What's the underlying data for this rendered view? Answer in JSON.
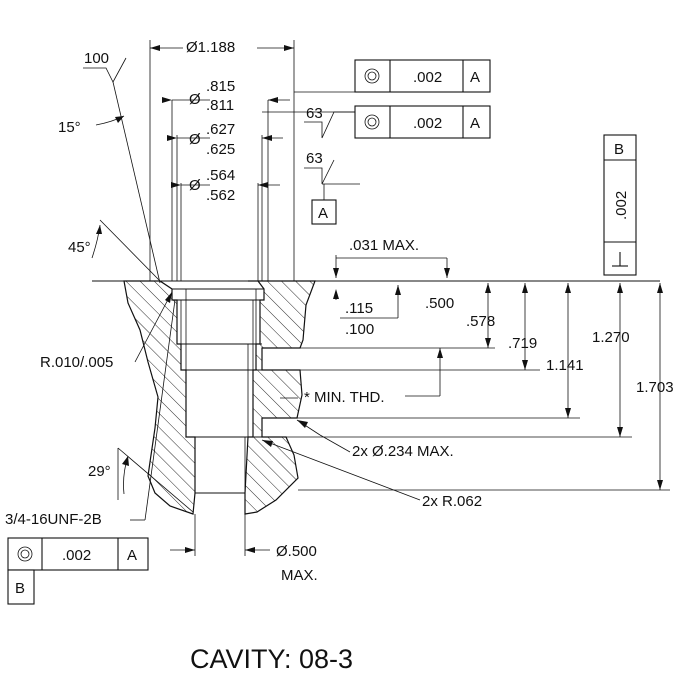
{
  "title": "CAVITY: 08-3",
  "dims": {
    "d1188": "Ø1.188",
    "d815": ".815",
    "d811": ".811",
    "d627": ".627",
    "d625": ".625",
    "d564": ".564",
    "d562": ".562",
    "dia": "Ø",
    "dia_b": "Ø",
    "dia_c": "Ø",
    "max031": ".031 MAX.",
    "d115": ".115",
    "d100": ".100",
    "d500": ".500",
    "d578": ".578",
    "d719": ".719",
    "d1270": "1.270",
    "d1141": "1.141",
    "d1703": "1.703",
    "min_thd": "* MIN. THD.",
    "hole234": "2x Ø.234 MAX.",
    "rad062": "2x R.062",
    "radius": "R.010/.005",
    "thread": "3/4-16UNF-2B",
    "bot500": "Ø.500",
    "bot_max": "MAX."
  },
  "angles": {
    "a15": "15°",
    "a45": "45°",
    "a29": "29°"
  },
  "finish": {
    "f100": "100",
    "f63a": "63",
    "f63b": "63"
  },
  "fcf": {
    "tol": ".002",
    "datum_a": "A",
    "datum_b": "B"
  }
}
